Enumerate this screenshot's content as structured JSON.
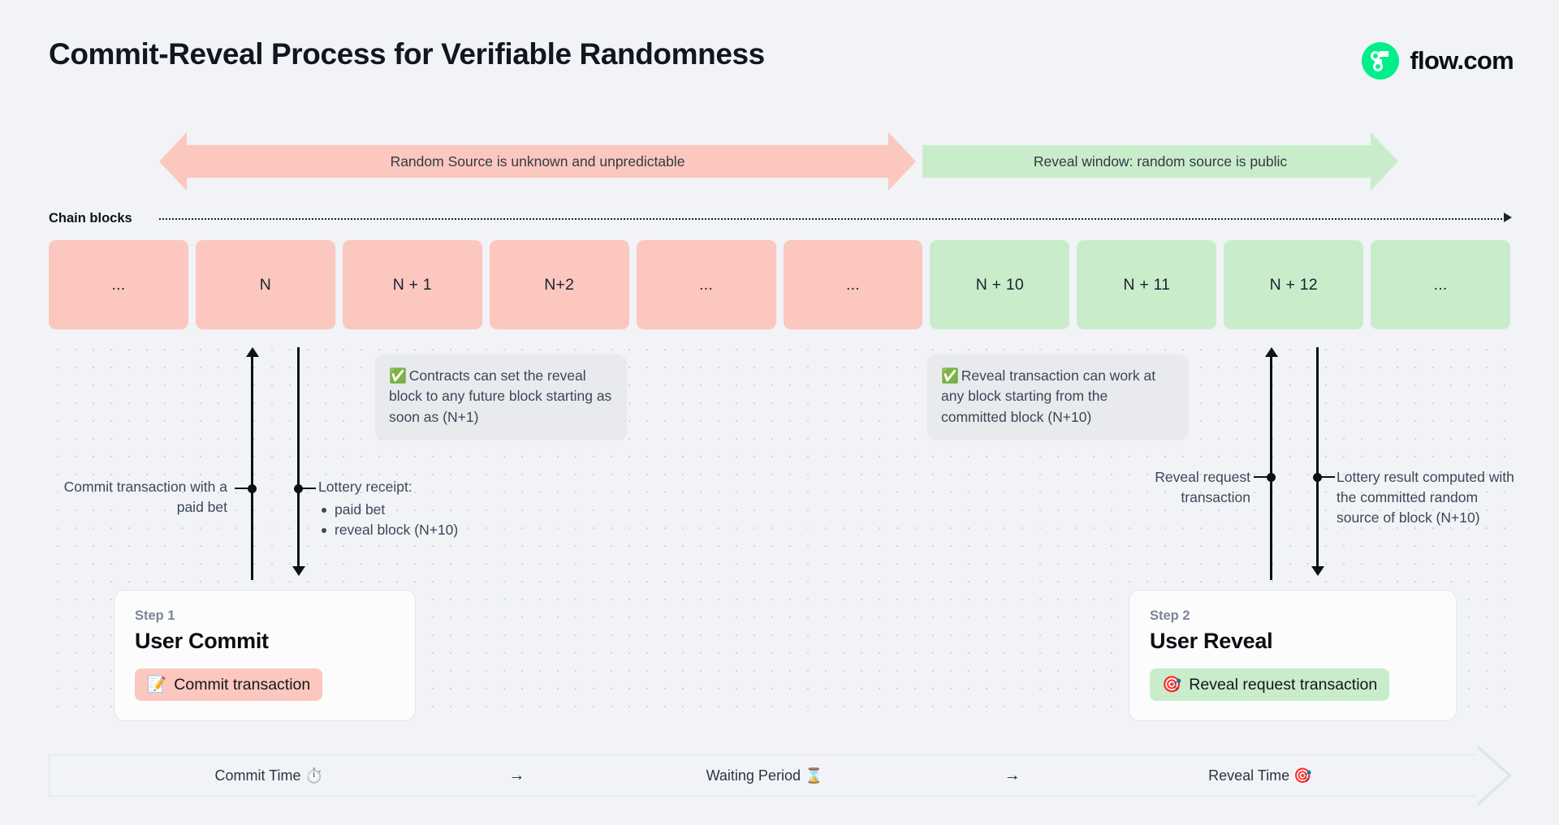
{
  "header": {
    "title": "Commit-Reveal Process for Verifiable Randomness",
    "brand_name": "flow.com",
    "brand_color": "#00EF8B"
  },
  "phases": [
    {
      "label": "Random Source is unknown and unpredictable",
      "color": "#FBC7BF"
    },
    {
      "label": "Reveal window: random source is public",
      "color": "#C9EDCB"
    }
  ],
  "chain": {
    "axis_label": "Chain blocks",
    "blocks": [
      {
        "label": "...",
        "state": "pink"
      },
      {
        "label": "N",
        "state": "pink"
      },
      {
        "label": "N + 1",
        "state": "pink"
      },
      {
        "label": "N+2",
        "state": "pink"
      },
      {
        "label": "...",
        "state": "pink"
      },
      {
        "label": "...",
        "state": "pink"
      },
      {
        "label": "N + 10",
        "state": "green"
      },
      {
        "label": "N + 11",
        "state": "green"
      },
      {
        "label": "N + 12",
        "state": "green"
      },
      {
        "label": "...",
        "state": "green"
      }
    ]
  },
  "notes": [
    {
      "icon": "white-check-mark",
      "emoji": "✅",
      "text": "Contracts can set the reveal block to any future block starting as soon as (N+1)"
    },
    {
      "icon": "white-check-mark",
      "emoji": "✅",
      "text": "Reveal transaction can work at any block starting from the committed block (N+10)"
    }
  ],
  "annotations": {
    "commit_tx": "Commit transaction with a paid bet",
    "lottery_receipt_title": "Lottery receipt:",
    "lottery_receipt_items": [
      "paid bet",
      "reveal block (N+10)"
    ],
    "reveal_request": "Reveal request transaction",
    "lottery_result": "Lottery result computed with the committed random source of block (N+10)"
  },
  "steps": [
    {
      "kicker": "Step 1",
      "title": "User Commit",
      "badge_label": "Commit transaction",
      "badge_emoji": "📝",
      "badge_icon": "memo-icon",
      "badge_color": "#FBC7BF"
    },
    {
      "kicker": "Step 2",
      "title": "User Reveal",
      "badge_label": "Reveal request transaction",
      "badge_emoji": "🎯",
      "badge_icon": "direct-hit-icon",
      "badge_color": "#C9EDCB"
    }
  ],
  "timeline": {
    "segments": [
      {
        "label": "Commit Time ⏱️",
        "icon": "stopwatch-icon"
      },
      {
        "label": "Waiting Period ⌛",
        "icon": "hourglass-icon"
      },
      {
        "label": "Reveal Time 🎯",
        "icon": "direct-hit-icon"
      }
    ],
    "arrow": "→"
  }
}
